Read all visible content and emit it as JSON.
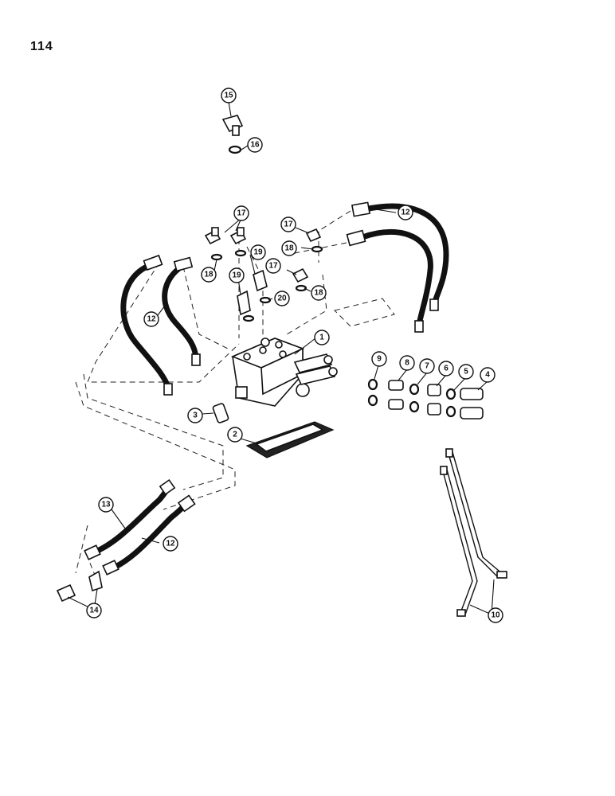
{
  "page": {
    "number": "114"
  },
  "callouts": [
    "1",
    "2",
    "3",
    "4",
    "5",
    "6",
    "7",
    "8",
    "9",
    "10",
    "12",
    "12",
    "12",
    "12",
    "13",
    "14",
    "15",
    "16",
    "17",
    "17",
    "17",
    "18",
    "18",
    "18",
    "19",
    "19",
    "20"
  ]
}
